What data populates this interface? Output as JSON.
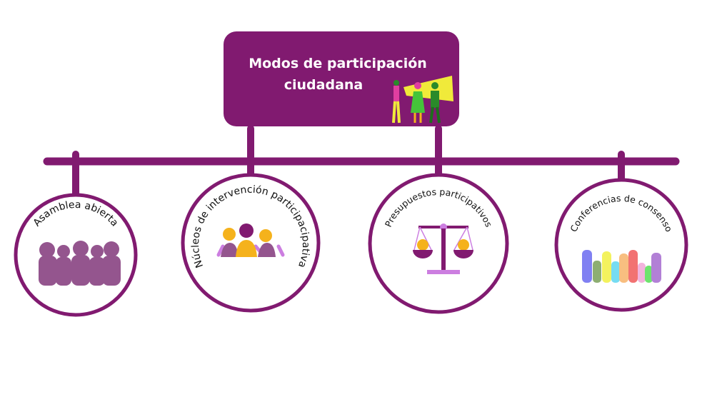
{
  "header": {
    "title_line1": "Modos de participación",
    "title_line2": "ciudadana"
  },
  "colors": {
    "primary": "#811a70",
    "accent_yellow": "#f5b21c",
    "light_purple": "#94558e"
  },
  "nodes": [
    {
      "label": "Asamblea abierta",
      "icon": "crowd-icon"
    },
    {
      "label": "Núcleos de intervención participacipativa",
      "icon": "group-people-icon"
    },
    {
      "label": "Presupuestos participativos",
      "icon": "balance-scale-icon"
    },
    {
      "label": "Conferencias de consenso",
      "icon": "raised-hands-icon"
    }
  ]
}
